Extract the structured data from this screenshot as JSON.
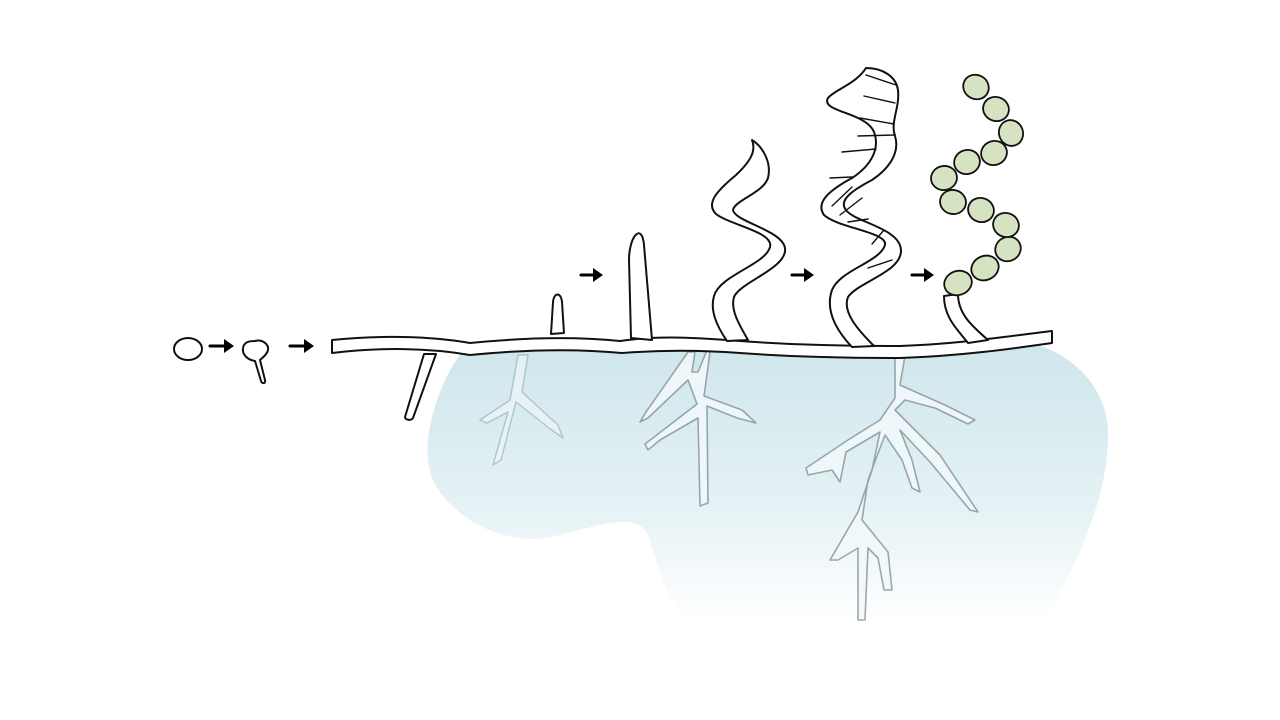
{
  "diagram": {
    "stages": [
      "spore",
      "germinating-spore",
      "substrate-mycelium",
      "aerial-hypha-initial",
      "aerial-hypha-elongating",
      "aerial-hypha-coiling",
      "septated-spore-chain",
      "mature-spore-chain"
    ],
    "colors": {
      "substrate": "#cfe6ec",
      "spore_fill": "#d5e3c3",
      "outline": "#111111",
      "arrow": "#000000"
    },
    "icons": {
      "arrow": "arrow-right-icon"
    }
  }
}
